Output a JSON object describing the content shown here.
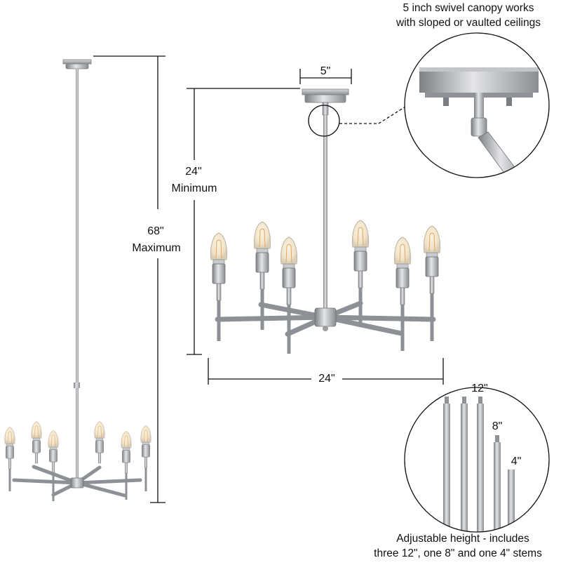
{
  "canopy_callout": {
    "line1": "5 inch swivel canopy works",
    "line2": "with sloped or vaulted ceilings"
  },
  "dimensions": {
    "canopy_width": "5\"",
    "min_height_value": "24\"",
    "min_height_label": "Minimum",
    "max_height_value": "68\"",
    "max_height_label": "Maximum",
    "fixture_width": "24\""
  },
  "stems": {
    "label_12": "12\"",
    "label_8": "8\"",
    "label_4": "4\"",
    "caption_line1": "Adjustable height - includes",
    "caption_line2": "three 12\", one 8\" and one 4\" stems"
  },
  "colors": {
    "metal": "#a9abae",
    "metal_dark": "#6f7276",
    "bulb_glow": "#f4d9a4",
    "line": "#111111"
  }
}
